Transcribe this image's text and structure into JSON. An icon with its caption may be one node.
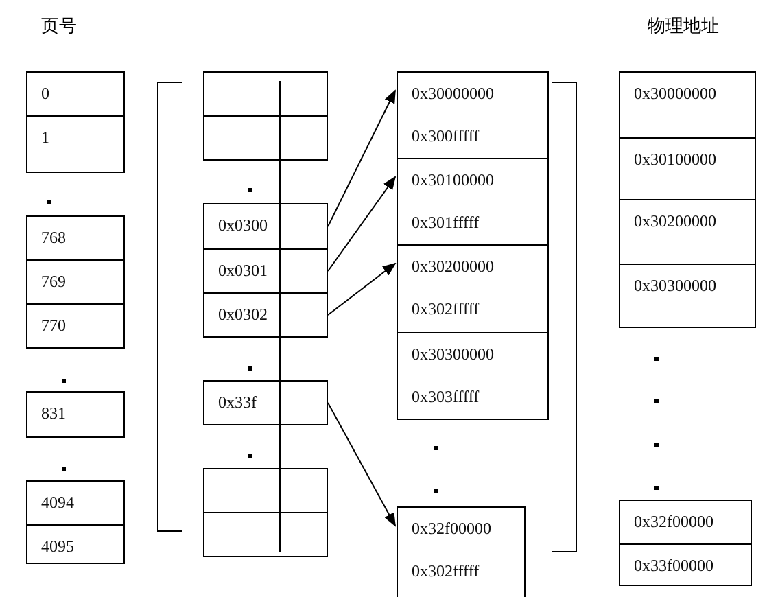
{
  "diagram": {
    "nodes": [
      {
        "text": [
          "0"
        ]
      },
      {
        "text": [
          "1"
        ]
      },
      {
        "text": [
          "768"
        ]
      },
      {
        "text": [
          "769"
        ]
      },
      {
        "text": [
          "770"
        ]
      },
      {
        "text": [
          "831"
        ]
      },
      {
        "text": [
          "4094"
        ]
      },
      {
        "text": [
          "4095"
        ]
      },
      {
        "text": [],
        "shape": "box"
      },
      {
        "text": [],
        "shape": "box"
      },
      {
        "text": [
          "0x0300"
        ]
      },
      {
        "text": [
          "0x0301"
        ]
      },
      {
        "text": [
          "0x0302"
        ]
      },
      {
        "text": [
          "0x33f"
        ]
      },
      {
        "text": [],
        "shape": "box"
      },
      {
        "text": [],
        "shape": "box"
      },
      {
        "text": [
          "0x30000000",
          "0x300fffff"
        ]
      },
      {
        "text": [
          "0x30100000",
          "0x301fffff"
        ]
      },
      {
        "text": [
          "0x30200000",
          "0x302fffff"
        ]
      },
      {
        "text": [
          "0x30300000",
          "0x303fffff"
        ]
      },
      {
        "text": [
          "0x32f00000",
          "0x302fffff"
        ]
      },
      {
        "text": [
          "0x30000000"
        ]
      },
      {
        "text": [
          "0x30100000"
        ]
      },
      {
        "text": [
          "0x30200000"
        ]
      },
      {
        "text": [
          "0x30300000"
        ]
      },
      {
        "text": [
          "0x32f00000"
        ]
      },
      {
        "text": [
          "0x33f00000"
        ]
      }
    ],
    "edges": [
      {
        "from": 10,
        "to": 16,
        "arrow": "to"
      },
      {
        "from": 11,
        "to": 17,
        "arrow": "to"
      },
      {
        "from": 12,
        "to": 18,
        "arrow": "to"
      },
      {
        "from": 13,
        "to": 20,
        "arrow": "to"
      }
    ],
    "labels": [
      "页号",
      "物理地址"
    ]
  }
}
